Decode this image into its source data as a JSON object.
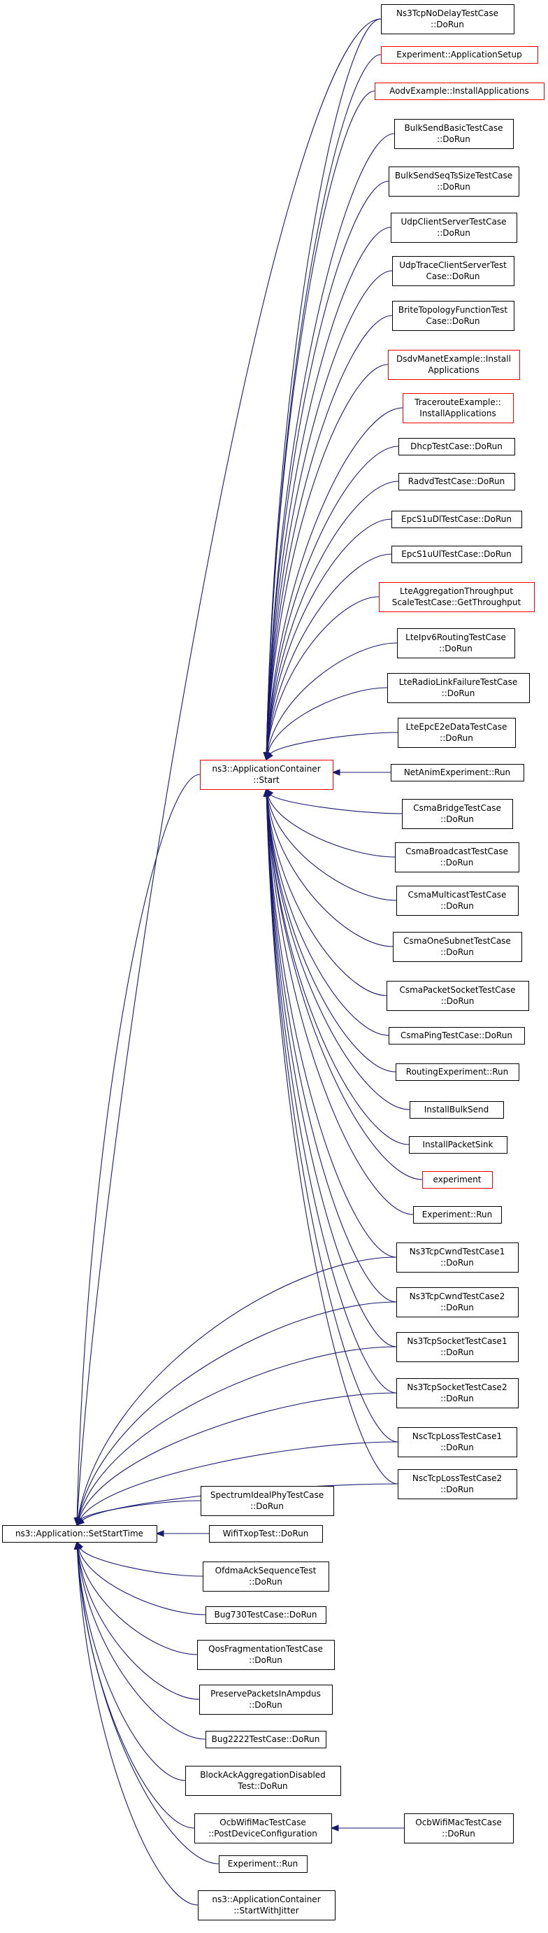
{
  "diagram": {
    "colors": {
      "edge": "#191970",
      "black_border": "#000000",
      "red_border": "#ff0000",
      "root_fill": "#bfbfbf",
      "node_fill": "#ffffff"
    },
    "nodes": [
      {
        "id": "root",
        "lines": [
          "ns3::Application::SetStartTime"
        ],
        "border": "black",
        "fill": "root"
      },
      {
        "id": "appcontainer_start",
        "lines": [
          "ns3::ApplicationContainer",
          "::Start"
        ],
        "border": "red"
      },
      {
        "id": "n1",
        "lines": [
          "Ns3TcpNoDelayTestCase",
          "::DoRun"
        ],
        "border": "black"
      },
      {
        "id": "n2",
        "lines": [
          "Experiment::ApplicationSetup"
        ],
        "border": "red"
      },
      {
        "id": "n3",
        "lines": [
          "AodvExample::InstallApplications"
        ],
        "border": "red"
      },
      {
        "id": "n4",
        "lines": [
          "BulkSendBasicTestCase",
          "::DoRun"
        ],
        "border": "black"
      },
      {
        "id": "n5",
        "lines": [
          "BulkSendSeqTsSizeTestCase",
          "::DoRun"
        ],
        "border": "black"
      },
      {
        "id": "n6",
        "lines": [
          "UdpClientServerTestCase",
          "::DoRun"
        ],
        "border": "black"
      },
      {
        "id": "n7",
        "lines": [
          "UdpTraceClientServerTest",
          "Case::DoRun"
        ],
        "border": "black"
      },
      {
        "id": "n8",
        "lines": [
          "BriteTopologyFunctionTest",
          "Case::DoRun"
        ],
        "border": "black"
      },
      {
        "id": "n9",
        "lines": [
          "DsdvManetExample::Install",
          "Applications"
        ],
        "border": "red"
      },
      {
        "id": "n10",
        "lines": [
          "TracerouteExample::",
          "InstallApplications"
        ],
        "border": "red"
      },
      {
        "id": "n11",
        "lines": [
          "DhcpTestCase::DoRun"
        ],
        "border": "black"
      },
      {
        "id": "n12",
        "lines": [
          "RadvdTestCase::DoRun"
        ],
        "border": "black"
      },
      {
        "id": "n13",
        "lines": [
          "EpcS1uDlTestCase::DoRun"
        ],
        "border": "black"
      },
      {
        "id": "n14",
        "lines": [
          "EpcS1uUlTestCase::DoRun"
        ],
        "border": "black"
      },
      {
        "id": "n15",
        "lines": [
          "LteAggregationThroughput",
          "ScaleTestCase::GetThroughput"
        ],
        "border": "red"
      },
      {
        "id": "n16",
        "lines": [
          "LteIpv6RoutingTestCase",
          "::DoRun"
        ],
        "border": "black"
      },
      {
        "id": "n17",
        "lines": [
          "LteRadioLinkFailureTestCase",
          "::DoRun"
        ],
        "border": "black"
      },
      {
        "id": "n18",
        "lines": [
          "LteEpcE2eDataTestCase",
          "::DoRun"
        ],
        "border": "black"
      },
      {
        "id": "n19",
        "lines": [
          "NetAnimExperiment::Run"
        ],
        "border": "black"
      },
      {
        "id": "n20",
        "lines": [
          "CsmaBridgeTestCase",
          "::DoRun"
        ],
        "border": "black"
      },
      {
        "id": "n21",
        "lines": [
          "CsmaBroadcastTestCase",
          "::DoRun"
        ],
        "border": "black"
      },
      {
        "id": "n22",
        "lines": [
          "CsmaMulticastTestCase",
          "::DoRun"
        ],
        "border": "black"
      },
      {
        "id": "n23",
        "lines": [
          "CsmaOneSubnetTestCase",
          "::DoRun"
        ],
        "border": "black"
      },
      {
        "id": "n24",
        "lines": [
          "CsmaPacketSocketTestCase",
          "::DoRun"
        ],
        "border": "black"
      },
      {
        "id": "n25",
        "lines": [
          "CsmaPingTestCase::DoRun"
        ],
        "border": "black"
      },
      {
        "id": "n26",
        "lines": [
          "RoutingExperiment::Run"
        ],
        "border": "black"
      },
      {
        "id": "n27",
        "lines": [
          "InstallBulkSend"
        ],
        "border": "black"
      },
      {
        "id": "n28",
        "lines": [
          "InstallPacketSink"
        ],
        "border": "black"
      },
      {
        "id": "n29",
        "lines": [
          "experiment"
        ],
        "border": "red"
      },
      {
        "id": "n30",
        "lines": [
          "Experiment::Run"
        ],
        "border": "black"
      },
      {
        "id": "n31",
        "lines": [
          "Ns3TcpCwndTestCase1",
          "::DoRun"
        ],
        "border": "black"
      },
      {
        "id": "n32",
        "lines": [
          "Ns3TcpCwndTestCase2",
          "::DoRun"
        ],
        "border": "black"
      },
      {
        "id": "n33",
        "lines": [
          "Ns3TcpSocketTestCase1",
          "::DoRun"
        ],
        "border": "black"
      },
      {
        "id": "n34",
        "lines": [
          "Ns3TcpSocketTestCase2",
          "::DoRun"
        ],
        "border": "black"
      },
      {
        "id": "n35",
        "lines": [
          "NscTcpLossTestCase1",
          "::DoRun"
        ],
        "border": "black"
      },
      {
        "id": "n36",
        "lines": [
          "NscTcpLossTestCase2",
          "::DoRun"
        ],
        "border": "black"
      },
      {
        "id": "m1",
        "lines": [
          "SpectrumIdealPhyTestCase",
          "::DoRun"
        ],
        "border": "black"
      },
      {
        "id": "m2",
        "lines": [
          "WifiTxopTest::DoRun"
        ],
        "border": "black"
      },
      {
        "id": "m3",
        "lines": [
          "OfdmaAckSequenceTest",
          "::DoRun"
        ],
        "border": "black"
      },
      {
        "id": "m4",
        "lines": [
          "Bug730TestCase::DoRun"
        ],
        "border": "black"
      },
      {
        "id": "m5",
        "lines": [
          "QosFragmentationTestCase",
          "::DoRun"
        ],
        "border": "black"
      },
      {
        "id": "m6",
        "lines": [
          "PreservePacketsInAmpdus",
          "::DoRun"
        ],
        "border": "black"
      },
      {
        "id": "m7",
        "lines": [
          "Bug2222TestCase::DoRun"
        ],
        "border": "black"
      },
      {
        "id": "m8",
        "lines": [
          "BlockAckAggregationDisabled",
          "Test::DoRun"
        ],
        "border": "black"
      },
      {
        "id": "m9",
        "lines": [
          "OcbWifiMacTestCase",
          "::PostDeviceConfiguration"
        ],
        "border": "black"
      },
      {
        "id": "m10",
        "lines": [
          "Experiment::Run"
        ],
        "border": "black"
      },
      {
        "id": "m11",
        "lines": [
          "ns3::ApplicationContainer",
          "::StartWithJitter"
        ],
        "border": "black"
      },
      {
        "id": "k1",
        "lines": [
          "OcbWifiMacTestCase",
          "::DoRun"
        ],
        "border": "black"
      }
    ],
    "edges": [
      {
        "from": "n1",
        "to": "appcontainer_start"
      },
      {
        "from": "n2",
        "to": "appcontainer_start"
      },
      {
        "from": "n3",
        "to": "appcontainer_start"
      },
      {
        "from": "n4",
        "to": "appcontainer_start"
      },
      {
        "from": "n5",
        "to": "appcontainer_start"
      },
      {
        "from": "n6",
        "to": "appcontainer_start"
      },
      {
        "from": "n7",
        "to": "appcontainer_start"
      },
      {
        "from": "n8",
        "to": "appcontainer_start"
      },
      {
        "from": "n9",
        "to": "appcontainer_start"
      },
      {
        "from": "n10",
        "to": "appcontainer_start"
      },
      {
        "from": "n11",
        "to": "appcontainer_start"
      },
      {
        "from": "n12",
        "to": "appcontainer_start"
      },
      {
        "from": "n13",
        "to": "appcontainer_start"
      },
      {
        "from": "n14",
        "to": "appcontainer_start"
      },
      {
        "from": "n15",
        "to": "appcontainer_start"
      },
      {
        "from": "n16",
        "to": "appcontainer_start"
      },
      {
        "from": "n17",
        "to": "appcontainer_start"
      },
      {
        "from": "n18",
        "to": "appcontainer_start"
      },
      {
        "from": "n19",
        "to": "appcontainer_start"
      },
      {
        "from": "n20",
        "to": "appcontainer_start"
      },
      {
        "from": "n21",
        "to": "appcontainer_start"
      },
      {
        "from": "n22",
        "to": "appcontainer_start"
      },
      {
        "from": "n23",
        "to": "appcontainer_start"
      },
      {
        "from": "n24",
        "to": "appcontainer_start"
      },
      {
        "from": "n25",
        "to": "appcontainer_start"
      },
      {
        "from": "n26",
        "to": "appcontainer_start"
      },
      {
        "from": "n27",
        "to": "appcontainer_start"
      },
      {
        "from": "n28",
        "to": "appcontainer_start"
      },
      {
        "from": "n29",
        "to": "appcontainer_start"
      },
      {
        "from": "n30",
        "to": "appcontainer_start"
      },
      {
        "from": "n31",
        "to": "appcontainer_start"
      },
      {
        "from": "n32",
        "to": "appcontainer_start"
      },
      {
        "from": "n33",
        "to": "appcontainer_start"
      },
      {
        "from": "n34",
        "to": "appcontainer_start"
      },
      {
        "from": "n35",
        "to": "appcontainer_start"
      },
      {
        "from": "n36",
        "to": "appcontainer_start"
      },
      {
        "from": "appcontainer_start",
        "to": "root"
      },
      {
        "from": "n1",
        "to": "root"
      },
      {
        "from": "n31",
        "to": "root"
      },
      {
        "from": "n32",
        "to": "root"
      },
      {
        "from": "n33",
        "to": "root"
      },
      {
        "from": "n34",
        "to": "root"
      },
      {
        "from": "n35",
        "to": "root"
      },
      {
        "from": "n36",
        "to": "root"
      },
      {
        "from": "m1",
        "to": "root"
      },
      {
        "from": "m2",
        "to": "root"
      },
      {
        "from": "m3",
        "to": "root"
      },
      {
        "from": "m4",
        "to": "root"
      },
      {
        "from": "m5",
        "to": "root"
      },
      {
        "from": "m6",
        "to": "root"
      },
      {
        "from": "m7",
        "to": "root"
      },
      {
        "from": "m8",
        "to": "root"
      },
      {
        "from": "m9",
        "to": "root"
      },
      {
        "from": "m10",
        "to": "root"
      },
      {
        "from": "m11",
        "to": "root"
      },
      {
        "from": "k1",
        "to": "m9"
      }
    ]
  }
}
